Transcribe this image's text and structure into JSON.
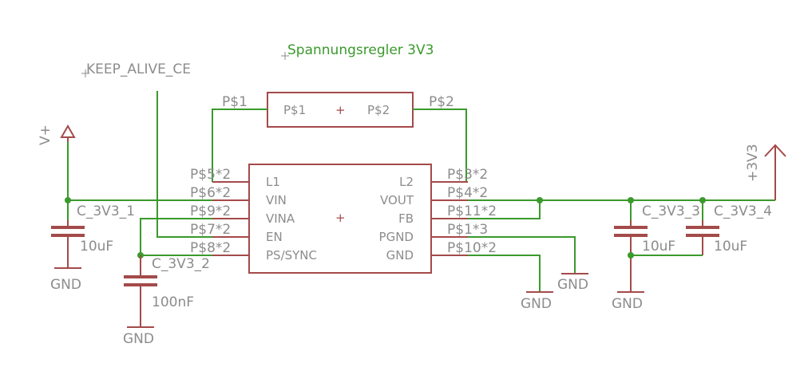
{
  "title": "Spannungsregler 3V3",
  "net_labels": {
    "keep_alive": "KEEP_ALIVE_CE",
    "v_plus": "V+",
    "v3v3": "+3V3"
  },
  "top_module": {
    "left_pin": "P$1",
    "right_pin": "P$2",
    "left_net": "P$1",
    "right_net": "P$2"
  },
  "regulator": {
    "left_pins": [
      "L1",
      "VIN",
      "VINA",
      "EN",
      "PS/SYNC"
    ],
    "right_pins": [
      "L2",
      "VOUT",
      "FB",
      "PGND",
      "GND"
    ],
    "left_nets": [
      "P$5*2",
      "P$6*2",
      "P$9*2",
      "P$7*2",
      "P$8*2"
    ],
    "right_nets": [
      "P$3*2",
      "P$4*2",
      "P$11*2",
      "P$1*3",
      "P$10*2"
    ]
  },
  "capacitors": [
    {
      "name": "C_3V3_1",
      "value": "10uF"
    },
    {
      "name": "C_3V3_2",
      "value": "100nF"
    },
    {
      "name": "C_3V3_3",
      "value": "10uF"
    },
    {
      "name": "C_3V3_4",
      "value": "10uF"
    }
  ],
  "ground_labels": [
    "GND",
    "GND",
    "GND",
    "GND",
    "GND"
  ]
}
